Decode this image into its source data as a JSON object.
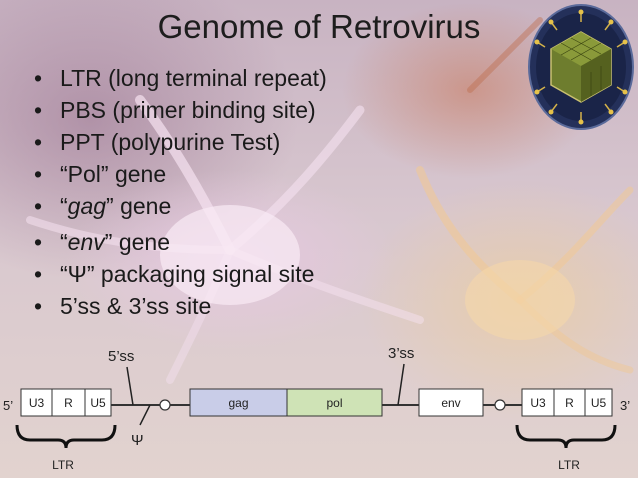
{
  "slide": {
    "title": "Genome of Retrovirus",
    "bullets": [
      {
        "bullet": "•",
        "text": "LTR (long terminal repeat)"
      },
      {
        "bullet": "•",
        "text": "PBS (primer binding site)"
      },
      {
        "bullet": "•",
        "text": "PPT (polypurine Test)"
      },
      {
        "bullet": "•",
        "text": "“Pol” gene"
      },
      {
        "bullet": "•",
        "pre": "“",
        "italic": "gag",
        "post": "” gene"
      },
      {
        "bullet": "•",
        "pre": "“",
        "italic": "env",
        "post": "” gene"
      },
      {
        "bullet": "•",
        "text": "“Ψ” packaging signal site"
      },
      {
        "bullet": "•",
        "text": "5’ss & 3’ss site"
      }
    ]
  },
  "diagram": {
    "end5": "5’",
    "end3": "3’",
    "left_ltr": {
      "u3": "U3",
      "r": "R",
      "u5": "U5",
      "label": "LTR"
    },
    "right_ltr": {
      "u3": "U3",
      "r": "R",
      "u5": "U5",
      "label": "LTR"
    },
    "genes": {
      "gag": "gag",
      "pol": "pol",
      "env": "env"
    },
    "splice5": "5’ss",
    "splice3": "3’ss",
    "psi": "Ψ",
    "colors": {
      "gag": "#c9cde8",
      "pol": "#cfe3b6",
      "box": "#ffffff",
      "stroke": "#333333"
    }
  }
}
